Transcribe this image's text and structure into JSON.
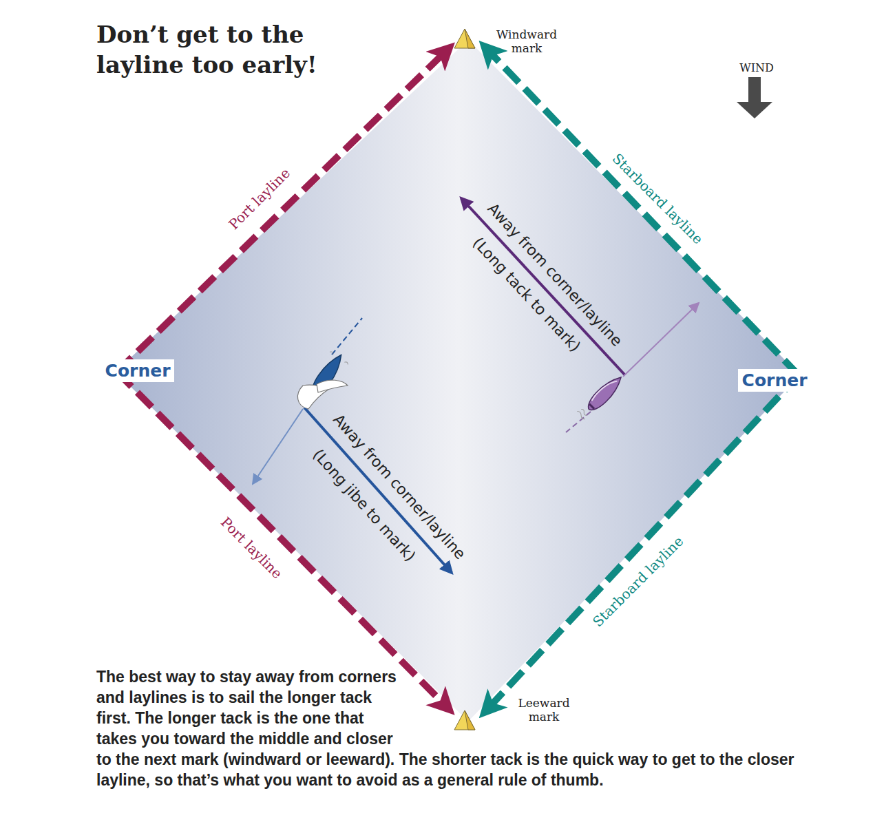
{
  "diagram": {
    "title": "Don’t get to the layline too early!",
    "caption": "The best way to stay away from corners and laylines is to sail the longer tack first. The longer tack is the one that takes you toward the middle and closer to the next mark (windward or leeward). The shorter tack is the quick way to get to the closer layline, so that’s what you want to avoid as a general rule of thumb.",
    "nodes": [
      {
        "text": [
          "Corner"
        ]
      },
      {
        "text": [
          "Corner"
        ]
      }
    ],
    "labels": [
      "Windward mark",
      "WIND",
      "Port layline",
      "Starboard layline",
      "Away from corner/layline",
      "(Long tack to mark)",
      "Away from corner/layline",
      "(Long jibe to mark)",
      "Port layline",
      "Starboard layline",
      "Leeward mark"
    ]
  }
}
